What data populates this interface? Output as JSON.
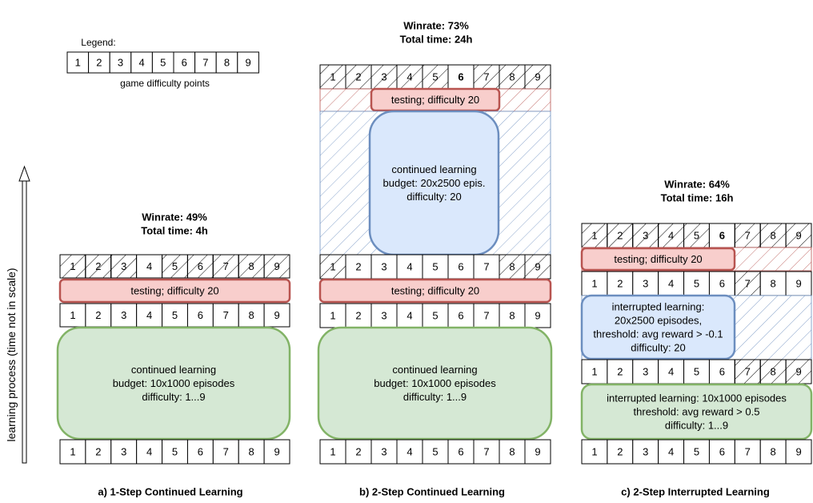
{
  "legend": {
    "title": "Legend:",
    "cells": [
      "1",
      "2",
      "3",
      "4",
      "5",
      "6",
      "7",
      "8",
      "9"
    ],
    "caption": "game difficulty points"
  },
  "axis_label": "learning process (time not in scale)",
  "panels": [
    {
      "id": "a",
      "caption": "a) 1-Step Continued Learning",
      "winrate": "Winrate: 49%",
      "total_time": "Total time: 4h",
      "rows": [
        {
          "kind": "cells",
          "cells": [
            "1",
            "2",
            "3",
            "4",
            "5",
            "6",
            "7",
            "8",
            "9"
          ],
          "hatched": [
            1,
            2,
            3,
            5,
            6,
            7,
            8,
            9
          ],
          "bold": []
        },
        {
          "kind": "box",
          "style": "test",
          "lines": [
            "testing; difficulty 20"
          ]
        },
        {
          "kind": "cells",
          "cells": [
            "1",
            "2",
            "3",
            "4",
            "5",
            "6",
            "7",
            "8",
            "9"
          ],
          "hatched": [],
          "bold": []
        },
        {
          "kind": "box",
          "style": "green",
          "lines": [
            "continued learning",
            "budget: 10x1000 episodes",
            "difficulty: 1...9"
          ]
        },
        {
          "kind": "cells",
          "cells": [
            "1",
            "2",
            "3",
            "4",
            "5",
            "6",
            "7",
            "8",
            "9"
          ],
          "hatched": [],
          "bold": []
        }
      ]
    },
    {
      "id": "b",
      "caption": "b) 2-Step Continued Learning",
      "winrate": "Winrate: 73%",
      "total_time": "Total time: 24h",
      "rows": [
        {
          "kind": "cells",
          "cells": [
            "1",
            "2",
            "3",
            "4",
            "5",
            "6",
            "7",
            "8",
            "9"
          ],
          "hatched": [
            1,
            2,
            3,
            4,
            5,
            7,
            8,
            9
          ],
          "bold": [
            6
          ]
        },
        {
          "kind": "box",
          "style": "test",
          "lines": [
            "testing; difficulty 20"
          ]
        },
        {
          "kind": "box",
          "style": "blue",
          "lines": [
            "continued learning",
            "budget: 20x2500 epis.",
            "difficulty: 20"
          ]
        },
        {
          "kind": "cells",
          "cells": [
            "1",
            "2",
            "3",
            "4",
            "5",
            "6",
            "7",
            "8",
            "9"
          ],
          "hatched": [
            1,
            8,
            9
          ],
          "bold": []
        },
        {
          "kind": "box",
          "style": "test",
          "lines": [
            "testing; difficulty 20"
          ]
        },
        {
          "kind": "cells",
          "cells": [
            "1",
            "2",
            "3",
            "4",
            "5",
            "6",
            "7",
            "8",
            "9"
          ],
          "hatched": [],
          "bold": []
        },
        {
          "kind": "box",
          "style": "green",
          "lines": [
            "continued learning",
            "budget: 10x1000 episodes",
            "difficulty: 1...9"
          ]
        },
        {
          "kind": "cells",
          "cells": [
            "1",
            "2",
            "3",
            "4",
            "5",
            "6",
            "7",
            "8",
            "9"
          ],
          "hatched": [],
          "bold": []
        }
      ]
    },
    {
      "id": "c",
      "caption": "c) 2-Step Interrupted Learning",
      "winrate": "Winrate: 64%",
      "total_time": "Total time: 16h",
      "rows": [
        {
          "kind": "cells",
          "cells": [
            "1",
            "2",
            "3",
            "4",
            "5",
            "6",
            "7",
            "8",
            "9"
          ],
          "hatched": [
            1,
            2,
            3,
            4,
            5,
            7,
            8,
            9
          ],
          "bold": [
            6
          ]
        },
        {
          "kind": "box",
          "style": "test",
          "lines": [
            "testing; difficulty 20"
          ]
        },
        {
          "kind": "cells",
          "cells": [
            "1",
            "2",
            "3",
            "4",
            "5",
            "6",
            "7",
            "8",
            "9"
          ],
          "hatched": [
            7
          ],
          "bold": []
        },
        {
          "kind": "box",
          "style": "blue",
          "lines": [
            "interrupted learning:",
            "20x2500 episodes,",
            "threshold: avg reward > -0.1",
            "difficulty: 20"
          ]
        },
        {
          "kind": "cells",
          "cells": [
            "1",
            "2",
            "3",
            "4",
            "5",
            "6",
            "7",
            "8",
            "9"
          ],
          "hatched": [
            7,
            8,
            9
          ],
          "bold": []
        },
        {
          "kind": "box",
          "style": "green",
          "lines": [
            "interrupted learning: 10x1000 episodes",
            "threshold: avg reward > 0.5",
            "difficulty: 1...9"
          ]
        },
        {
          "kind": "cells",
          "cells": [
            "1",
            "2",
            "3",
            "4",
            "5",
            "6",
            "7",
            "8",
            "9"
          ],
          "hatched": [],
          "bold": []
        }
      ]
    }
  ],
  "colors": {
    "test_fill": "#f8cecc",
    "test_stroke": "#b85450",
    "blue_fill": "#dae8fc",
    "blue_stroke": "#6c8ebf",
    "green_fill": "#d5e8d4",
    "green_stroke": "#82b366",
    "hatch_black": "#000000",
    "hatch_red": "#b85450",
    "hatch_blue": "#6c8ebf"
  }
}
